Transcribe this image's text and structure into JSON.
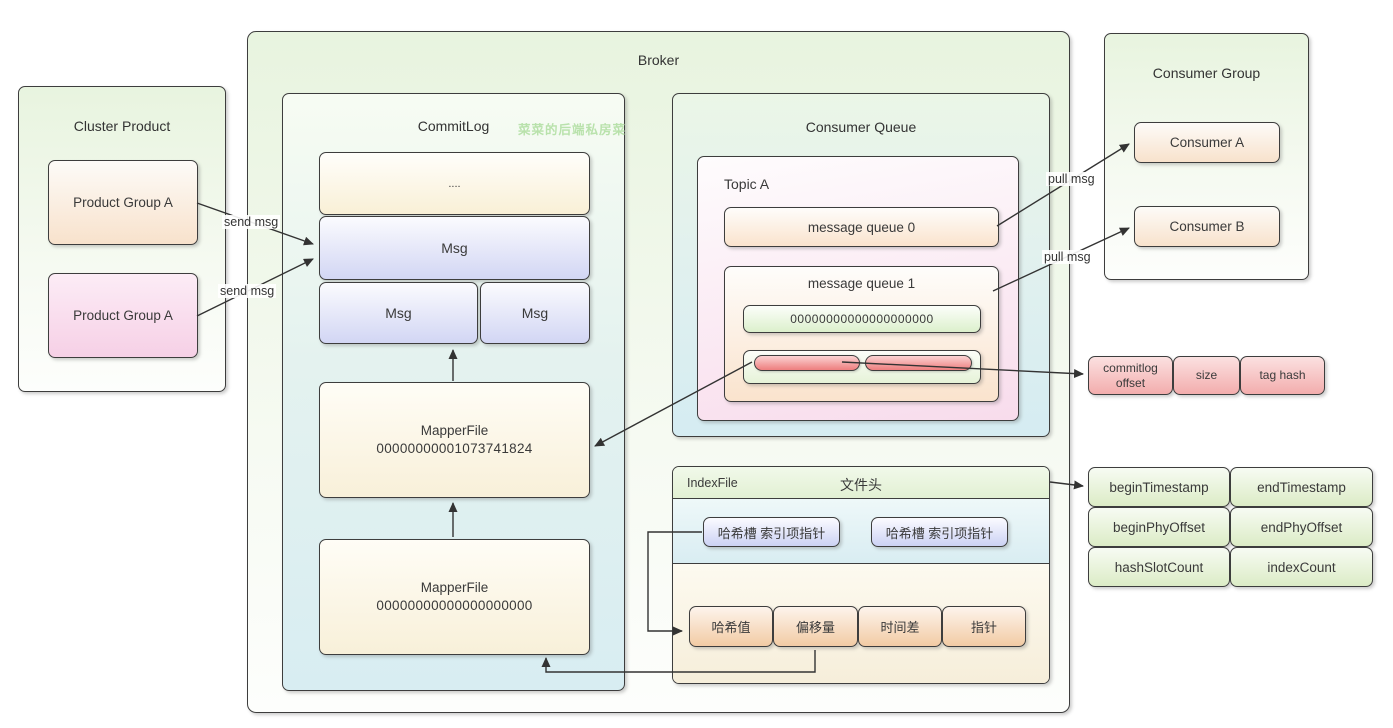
{
  "broker": {
    "title": "Broker"
  },
  "cluster_product": {
    "title": "Cluster Product",
    "group1": "Product Group A",
    "group2": "Product Group A"
  },
  "commitlog": {
    "title": "CommitLog",
    "watermark": "菜菜的后端私房菜",
    "dots": "....",
    "msg1": "Msg",
    "msg2": "Msg",
    "msg3": "Msg",
    "mapper1_name": "MapperFile",
    "mapper1_offset": "00000000001073741824",
    "mapper2_name": "MapperFile",
    "mapper2_offset": "00000000000000000000"
  },
  "consumer_queue": {
    "title": "Consumer Queue",
    "topic": "Topic A",
    "queue0": "message queue 0",
    "queue1": "message queue 1",
    "queue1_offset": "00000000000000000000"
  },
  "index_file": {
    "label": "IndexFile",
    "header": "文件头",
    "hash_slot1": "哈希槽 索引项指针",
    "hash_slot2": "哈希槽 索引项指针",
    "fields": [
      "哈希值",
      "偏移量",
      "时间差",
      "指针"
    ]
  },
  "consumer_group": {
    "title": "Consumer Group",
    "consumer1": "Consumer A",
    "consumer2": "Consumer B"
  },
  "cq_entry": {
    "cells": [
      "commitlog offset",
      "size",
      "tag hash"
    ]
  },
  "index_header": {
    "rows": [
      [
        "beginTimestamp",
        "endTimestamp"
      ],
      [
        "beginPhyOffset",
        "endPhyOffset"
      ],
      [
        "hashSlotCount",
        "indexCount"
      ]
    ]
  },
  "labels": {
    "send_msg1": "send msg",
    "send_msg2": "send msg",
    "pull_msg1": "pull msg",
    "pull_msg2": "pull msg"
  },
  "colors": {
    "watermark_green": "#b9e2ac",
    "border": "#3d3d3d",
    "arrow": "#333333",
    "pill_red": "#ee8282",
    "entry_red": "#f3adad",
    "table_green": "#dcecc6",
    "slot_blue": "#ccd2f4",
    "msg_blue": "#d2d6f4"
  }
}
